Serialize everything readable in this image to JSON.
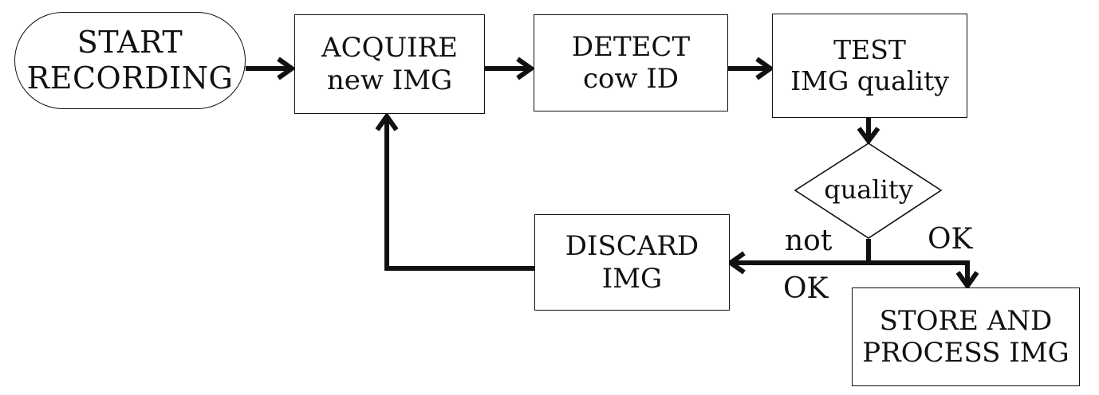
{
  "diagram": {
    "nodes": {
      "start": {
        "line1": "START",
        "line2": "RECORDING"
      },
      "acquire": {
        "line1": "ACQUIRE",
        "line2": "new IMG"
      },
      "detect": {
        "line1": "DETECT",
        "line2": "cow ID"
      },
      "test": {
        "line1": "TEST",
        "line2": "IMG quality"
      },
      "decision": {
        "label": "quality"
      },
      "discard": {
        "line1": "DISCARD",
        "line2": "IMG"
      },
      "store": {
        "line1": "STORE AND",
        "line2": "PROCESS IMG"
      }
    },
    "edge_labels": {
      "not_ok_top": "not",
      "not_ok_bottom": "OK",
      "ok": "OK"
    },
    "colors": {
      "line": "#111111",
      "background": "#ffffff"
    }
  }
}
